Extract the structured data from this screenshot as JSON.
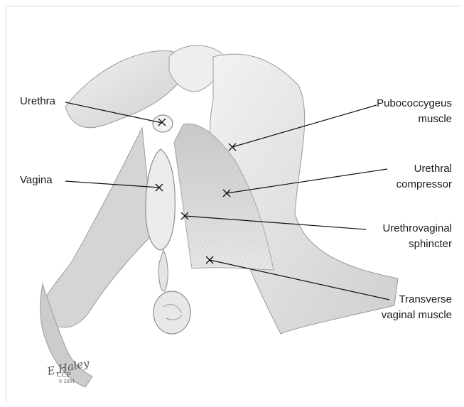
{
  "labels": {
    "urethra": "Urethra",
    "vagina": "Vagina",
    "pubococcygeus_line1": "Pubococcygeus",
    "pubococcygeus_line2": "muscle",
    "urethral_compressor_line1": "Urethral",
    "urethral_compressor_line2": "compressor",
    "urethrovaginal_line1": "Urethrovaginal",
    "urethrovaginal_line2": "sphincter",
    "transverse_line1": "Transverse",
    "transverse_line2": "vaginal muscle"
  },
  "signature": {
    "artist": "E.Haley",
    "org": "CCF",
    "year": "© 2004"
  }
}
